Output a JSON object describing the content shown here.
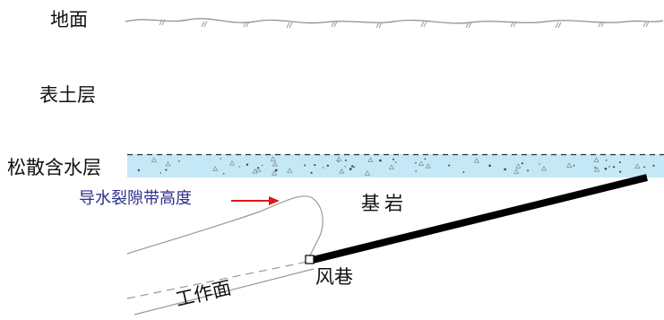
{
  "labels": {
    "ground": "地面",
    "topsoil": "表土层",
    "aquifer": "松散含水层",
    "fracture_zone_height": "导水裂隙带高度",
    "bedrock": "基岩",
    "airway": "风巷",
    "working_face": "工作面"
  },
  "colors": {
    "aquifer_fill": "#c5e8f6",
    "arrow": "#e01818",
    "fracture_label": "#2b2f8a",
    "airway_line": "#000000",
    "curve": "#9a9a9a"
  }
}
